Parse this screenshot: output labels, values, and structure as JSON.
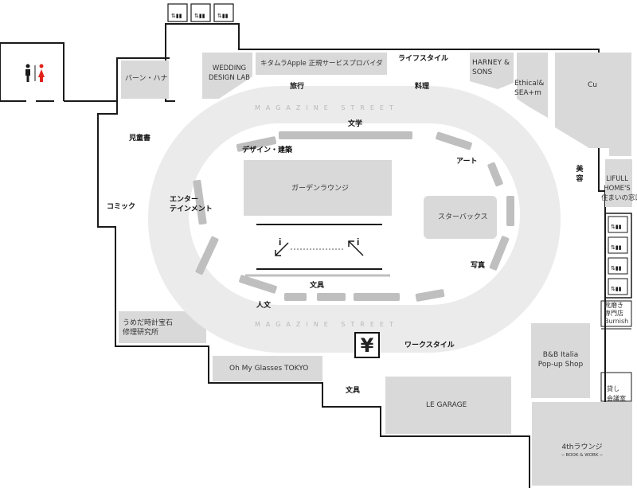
{
  "colors": {
    "wall": "#1a1a1a",
    "floor": "#ebebeb",
    "room": "#d9d9d9",
    "track": "#bfbfbf",
    "accent": "#e0231b"
  },
  "streets": {
    "top": "MAGAZINE STREET",
    "bottom": "MAGAZINE STREET"
  },
  "shops": {
    "barn_hana": "バーン・ハナ",
    "wedding": "WEDDING DESIGN LAB",
    "kitamura": "キタムラApple 正規サービスプロバイダ",
    "harney": "HARNEY & SONS",
    "ethical": "Ethical& SEA+m",
    "cu": "Cu",
    "lifull_1": "LIFULL",
    "lifull_2": "HOME'S",
    "lifull_3": "住まいの窓口",
    "garden": "ガーデンラウンジ",
    "starbucks": "スターバックス",
    "umeda_1": "うめだ時計宝石",
    "umeda_2": "修理研究所",
    "ohmy": "Oh My Glasses TOKYO",
    "legarage": "LE GARAGE",
    "bb_1": "B&B Italia",
    "bb_2": "Pop-up Shop",
    "lounge4": "4thラウンジ",
    "lounge4_sub": "─ BOOK & WORK ─",
    "burnish_1": "靴磨き",
    "burnish_2": "専門店",
    "burnish_3": "Burnish",
    "rental_1": "貸し",
    "rental_2": "会議室"
  },
  "zones": {
    "lifestyle": "ライフスタイル",
    "travel": "旅行",
    "cooking": "料理",
    "children": "児童書",
    "literature": "文学",
    "design": "デザイン・建築",
    "art": "アート",
    "comic": "コミック",
    "entertainment_1": "エンター",
    "entertainment_2": "テインメント",
    "photo": "写真",
    "stationery_inner": "文具",
    "humanities": "人文",
    "work_style": "ワークスタイル",
    "stationery_lower": "文具",
    "beauty_1": "美",
    "beauty_2": "容"
  },
  "icons": {
    "restroom": "restroom-icon",
    "elevator": "elevator-icon",
    "cashier": "yen-icon",
    "info": "info-icon"
  },
  "cashier_symbol": "¥"
}
